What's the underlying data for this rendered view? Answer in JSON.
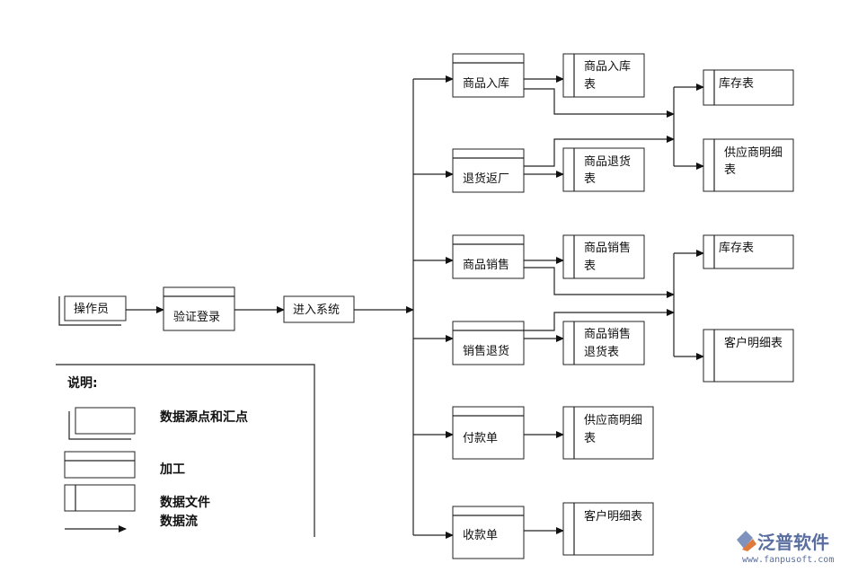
{
  "nodes": {
    "operator": "操作员",
    "verify_login": "验证登录",
    "enter_system": "进入系统",
    "goods_in": "商品入库",
    "return_factory": "退货返厂",
    "goods_sales": "商品销售",
    "sales_return": "销售退货",
    "payment": "付款单",
    "receipt": "收款单"
  },
  "files": {
    "goods_in_table": [
      "商品入库",
      "表"
    ],
    "goods_return_table": [
      "商品退货",
      "表"
    ],
    "goods_sales_table": [
      "商品销售",
      "表"
    ],
    "sales_return_table": [
      "商品销售",
      "退货表"
    ],
    "supplier_detail_2": [
      "供应商明细",
      "表"
    ],
    "customer_detail_2": "客户明细表",
    "inventory_1": "库存表",
    "supplier_detail_1": [
      "供应商明细",
      "表"
    ],
    "inventory_2": "库存表",
    "customer_detail_1": "客户明细表"
  },
  "legend": {
    "title": "说明:",
    "source_sink": "数据源点和汇点",
    "process": "加工",
    "data_file": "数据文件",
    "data_flow": "数据流"
  },
  "watermark": {
    "brand": "泛普软件",
    "url": "www.fanpusoft.com"
  }
}
